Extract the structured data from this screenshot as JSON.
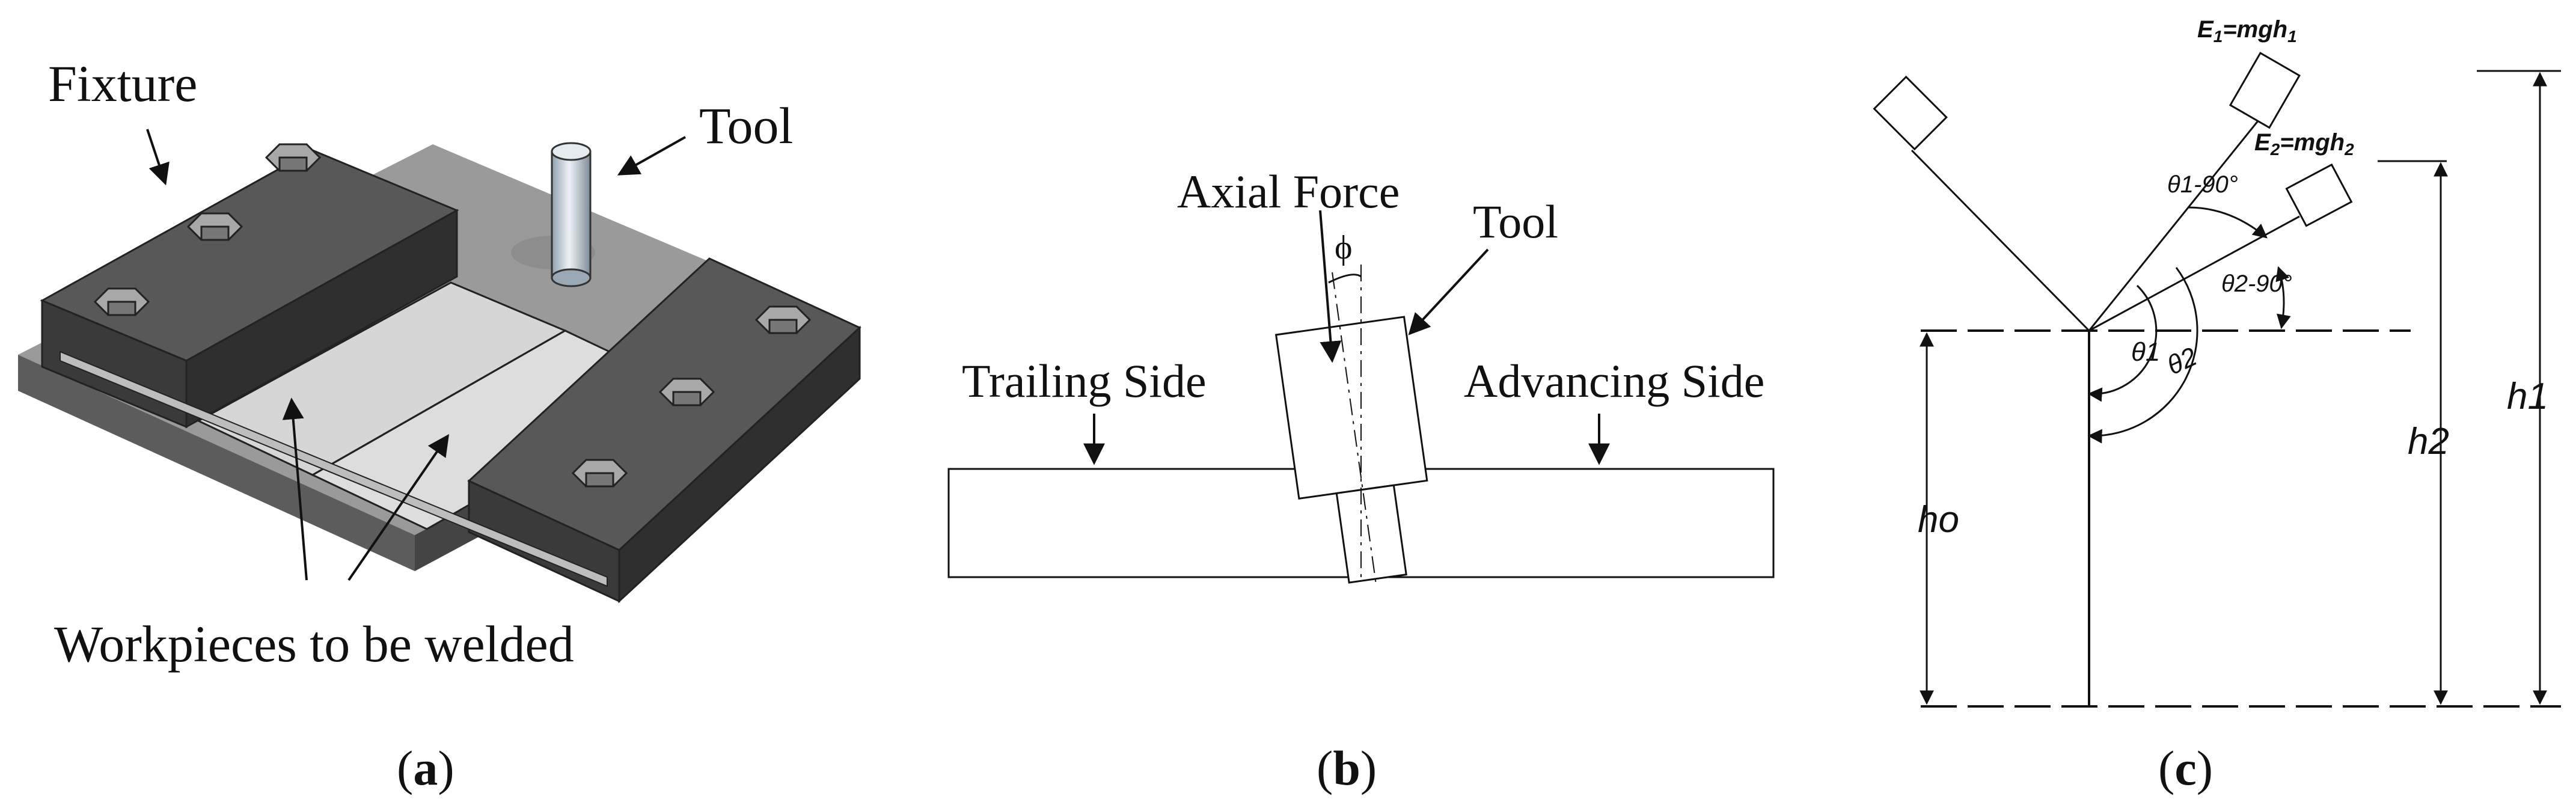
{
  "panels": {
    "a": {
      "caption_open": "(",
      "caption_letter": "a",
      "caption_close": ")",
      "labels": {
        "fixture": "Fixture",
        "tool": "Tool",
        "workpieces": "Workpieces to be welded"
      }
    },
    "b": {
      "caption_open": "(",
      "caption_letter": "b",
      "caption_close": ")",
      "labels": {
        "axial_force": "Axial Force",
        "tool": "Tool",
        "phi": "ϕ",
        "trailing_side": "Trailing Side",
        "advancing_side": "Advancing Side"
      }
    },
    "c": {
      "caption_open": "(",
      "caption_letter": "c",
      "caption_close": ")",
      "labels": {
        "e1_base": "E",
        "e1_sub": "1",
        "e1_eq": "=mgh",
        "e1_sub2": "1",
        "e2_base": "E",
        "e2_sub": "2",
        "e2_eq": "=mgh",
        "e2_sub2": "2",
        "theta1_90": "θ1-90°",
        "theta2_90": "θ2-90°",
        "theta1": "θ1",
        "theta2": "θ2",
        "h1": "h1",
        "h2": "h2",
        "ho": "ho"
      }
    }
  },
  "colors": {
    "fixture_top": "#5a5a5a",
    "fixture_side": "#3b3b3b",
    "workpiece": "#d8d8d8",
    "line": "#111111"
  }
}
